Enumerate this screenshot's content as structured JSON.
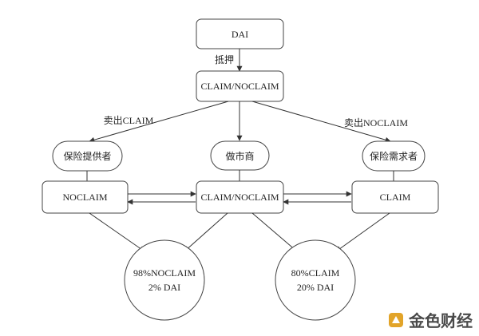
{
  "diagram": {
    "nodes": {
      "dai": "DAI",
      "claim_noclaim_top": "CLAIM/NOCLAIM",
      "insurance_provider": "保险提供者",
      "market_maker": "做市商",
      "insurance_demander": "保险需求者",
      "noclaim": "NOCLAIM",
      "claim_noclaim_mid": "CLAIM/NOCLAIM",
      "claim": "CLAIM",
      "pool_left_line1": "98%NOCLAIM",
      "pool_left_line2": "2% DAI",
      "pool_right_line1": "80%CLAIM",
      "pool_right_line2": "20% DAI"
    },
    "edge_labels": {
      "collateral": "抵押",
      "sell_claim": "卖出CLAIM",
      "sell_noclaim": "卖出NOCLAIM"
    }
  },
  "watermark": {
    "brand_text": "金色财经",
    "colors": {
      "logo_gold": "#E2A429"
    }
  }
}
